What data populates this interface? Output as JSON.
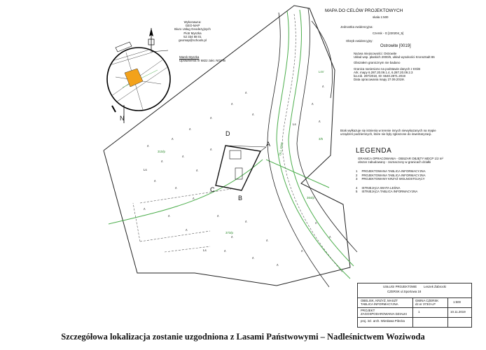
{
  "contractor": {
    "heading": "Wykonawca:",
    "company": "GEO-MAP",
    "company_sub": "Biuro Usług Geodezyjnych",
    "person": "Piotr Myszka",
    "phone": "52 334 88 01",
    "email": "geomap@schools.pl",
    "surveyor_name": "Marek Myszka",
    "surveyor_license": "Uprawnienia nr 6822 zakr. NGP/B"
  },
  "title": {
    "heading": "MAPA DO CELÓW PROJEKTOWYCH",
    "scale": "skala 1:500",
    "unit_label": "Jednostka ewidencyjna:",
    "unit_value": "Czersk - G [220204_5]",
    "area_label": "Obręb ewidencyjny:",
    "area_value": "Ostrowite [0019]",
    "place": "Nazwa miejscowości: Ostrowite",
    "coords": "Układ wsp. płaskich 2000/6, układ wysokości Kronsztadt 86",
    "clarification": "Obszałem granicznym nie badano",
    "parcel_note": "Granica naniesiono na podstawie danych z EGiB",
    "sheets": "Ark. mapy 6.287.20.09.1.4, 6.287.20.09.2.3",
    "kerg": "ka.rob. 287/2018,  ID: 6640.2871.2019",
    "date": "Data opracowania mapy 27.09.2019r."
  },
  "disclaimer": {
    "line1": "Brak wyłkazuje się istnienia w terenie innych niewykazanych na mapie",
    "line2": "urządzeń podziemnych, które nie były zgłoszone do inwentaryzacji."
  },
  "legend": {
    "title": "LEGENDA",
    "items": [
      {
        "num": "",
        "text": "GRANICA OPRACOWANIA - OBSZAR OBJĘTY MDCP 1/2 m²",
        "color": "#333333"
      },
      {
        "num": "",
        "text": "obszar zabudowany - zaznaczony w granicach działki",
        "color": "#333333"
      },
      {
        "num": "1",
        "text": "PROJEKTOWANA TABLICA INFORMACYJNA",
        "color": "#222222"
      },
      {
        "num": "2",
        "text": "PROJEKTOWANA TABLICA INFORMACYJNA",
        "color": "#222222"
      },
      {
        "num": "3",
        "text": "PROJEKTOWANY KRZYŻ WOLNOSTOJĄCY",
        "color": "#222222"
      },
      {
        "num": "4",
        "text": "ISTNIEJĄCA WIATA LEŚNA",
        "color": "#222222"
      },
      {
        "num": "5",
        "text": "ISTNIEJĄCA TABLICA INFORMACYJNA",
        "color": "#222222"
      }
    ]
  },
  "map_labels": {
    "A": "A",
    "B": "B",
    "C": "C",
    "D": "D",
    "parcels": [
      "310/p",
      "373/p",
      "364/p",
      "3/5",
      "Ls",
      "Ls",
      "Ls",
      "LsV",
      "Ls"
    ],
    "road": "DLL 2609"
  },
  "title_block": {
    "company": "USŁUGI PROJEKTOWE",
    "person": "Leszek Żabrocki",
    "address": "CZERSK  ul.Sportowa 18",
    "object_label": "OBELISK, KRZYŻ, MASZT\nTABLICA INFORMACYJNA",
    "location": "GMINA CZERSK\ndz.nr 373/2-LP",
    "drawing": "PROJEKT\nZAGOSPODAROWANIA DZIAŁKI",
    "designer": "proj. inż. arch. Wiesława Pilecka",
    "scale": "1:500",
    "sheet": "1",
    "date": "10.11.2019"
  },
  "compass": {
    "north": "N"
  },
  "caption": "Szczegółowa lokalizacja zostanie uzgodniona z Lasami Państwowymi – Nadleśnictwem Woziwoda",
  "colors": {
    "parcel_line": "#222222",
    "road_line": "#4cae4c",
    "site_fill": "#f3a21b",
    "dash": "#555555"
  }
}
